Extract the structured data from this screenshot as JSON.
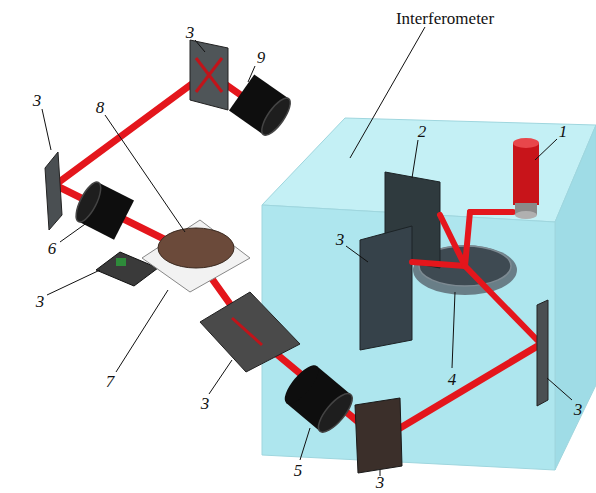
{
  "diagram": {
    "labels": [
      "3",
      "Interferometer",
      "9",
      "3",
      "8",
      "2",
      "1",
      "3",
      "6",
      "3",
      "7",
      "4",
      "3",
      "3",
      "5",
      "3"
    ]
  }
}
